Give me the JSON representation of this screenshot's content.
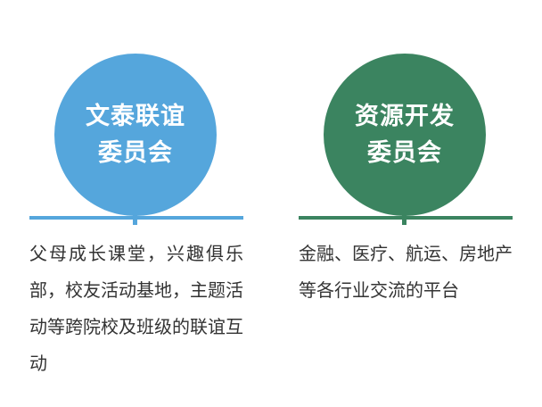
{
  "committees": [
    {
      "name_line1": "文泰联谊",
      "name_line2": "委员会",
      "description": "父母成长课堂，兴趣俱乐部，校友活动基地，主题活动等跨院校及班级的联谊互动",
      "color": "#55a6dc"
    },
    {
      "name_line1": "资源开发",
      "name_line2": "委员会",
      "description": "金融、医疗、航运、房地产等各行业交流的平台",
      "color": "#3b8460"
    }
  ]
}
